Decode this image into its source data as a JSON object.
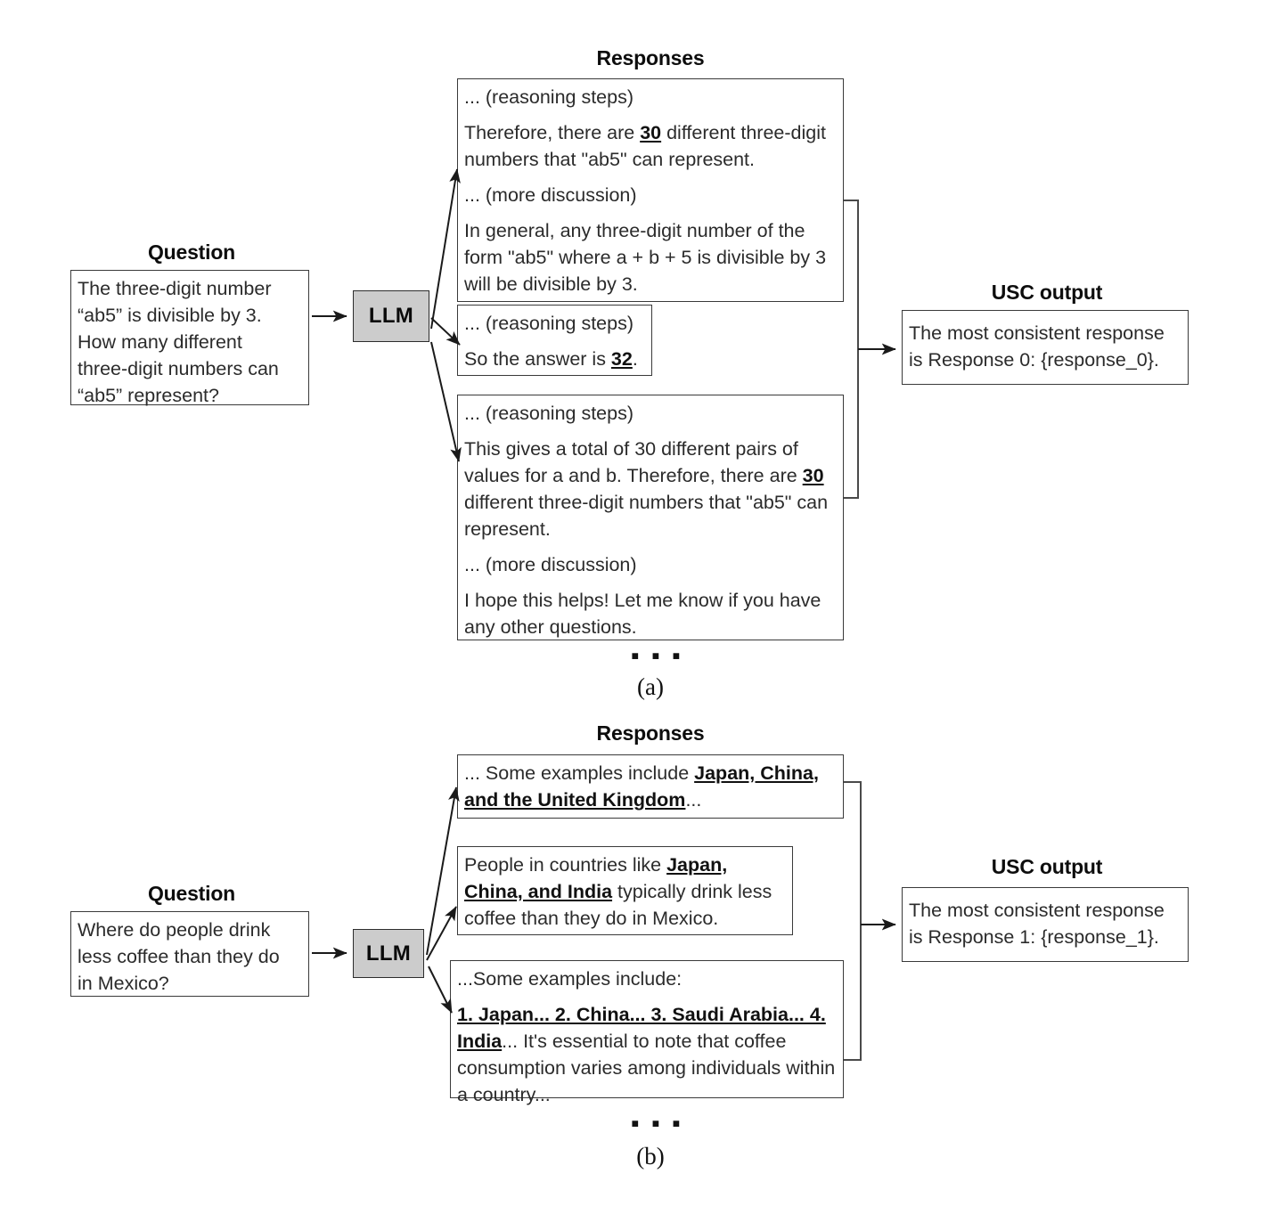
{
  "figure": {
    "panel_a_label": "(a)",
    "panel_b_label": "(b)",
    "ellipsis": "▪ ▪ ▪",
    "llm_label": "LLM",
    "question_heading": "Question",
    "responses_heading": "Responses",
    "usc_heading": "USC output"
  },
  "panel_a": {
    "question": {
      "line1": "The three-digit number",
      "line2": "“ab5” is divisible by 3.",
      "line3": "How many different",
      "line4": "three-digit numbers can",
      "line5": "“ab5” represent?"
    },
    "responses": [
      {
        "id": "response-a-0",
        "paragraphs": [
          {
            "pre": "... (reasoning steps)",
            "bold": "",
            "post": ""
          },
          {
            "pre": "Therefore, there are ",
            "bold": "30",
            "post": " different three-digit numbers that \"ab5\" can represent."
          },
          {
            "pre": "... (more discussion)",
            "bold": "",
            "post": ""
          },
          {
            "pre": "In general, any three-digit number of the form \"ab5\" where a + b + 5 is divisible by 3 will be divisible by 3.",
            "bold": "",
            "post": ""
          }
        ]
      },
      {
        "id": "response-a-1",
        "paragraphs": [
          {
            "pre": "... (reasoning steps)",
            "bold": "",
            "post": ""
          },
          {
            "pre": "So the answer is ",
            "bold": "32",
            "post": "."
          }
        ]
      },
      {
        "id": "response-a-2",
        "paragraphs": [
          {
            "pre": "... (reasoning steps)",
            "bold": "",
            "post": ""
          },
          {
            "pre": "This gives a total of 30 different pairs of values for a and b. Therefore, there are ",
            "bold": "30",
            "post": " different three-digit numbers that \"ab5\" can represent."
          },
          {
            "pre": "... (more discussion)",
            "bold": "",
            "post": ""
          },
          {
            "pre": "I hope this helps! Let me know if you have any other questions.",
            "bold": "",
            "post": ""
          }
        ]
      }
    ],
    "usc_output": {
      "line1": "The most consistent response",
      "line2": "is Response 0: {response_0}."
    }
  },
  "panel_b": {
    "question": {
      "line1": "Where do people drink",
      "line2": "less coffee than they do",
      "line3": "in Mexico?"
    },
    "responses": [
      {
        "id": "response-b-0",
        "paragraphs": [
          {
            "pre": "... Some examples include ",
            "bold": "Japan, China, and the United Kingdom",
            "post": "..."
          }
        ]
      },
      {
        "id": "response-b-1",
        "paragraphs": [
          {
            "pre": "People in countries like ",
            "bold": "Japan, China, and India",
            "post": " typically drink less coffee than they do in Mexico."
          }
        ]
      },
      {
        "id": "response-b-2",
        "paragraphs": [
          {
            "pre": "...Some examples include:",
            "bold": "",
            "post": ""
          },
          {
            "pre": "",
            "bold": "1. Japan... 2. China... 3. Saudi Arabia... 4. India",
            "post": "... It's essential to note that coffee consumption varies among individuals within a country..."
          }
        ]
      }
    ],
    "usc_output": {
      "line1": "The most consistent response",
      "line2": "is Response 1: {response_1}."
    }
  },
  "colors": {
    "llm_fill": "#cccccc",
    "box_border": "#3a3a3a",
    "text": "#2b2b2b",
    "wire": "#1a1a1a"
  }
}
